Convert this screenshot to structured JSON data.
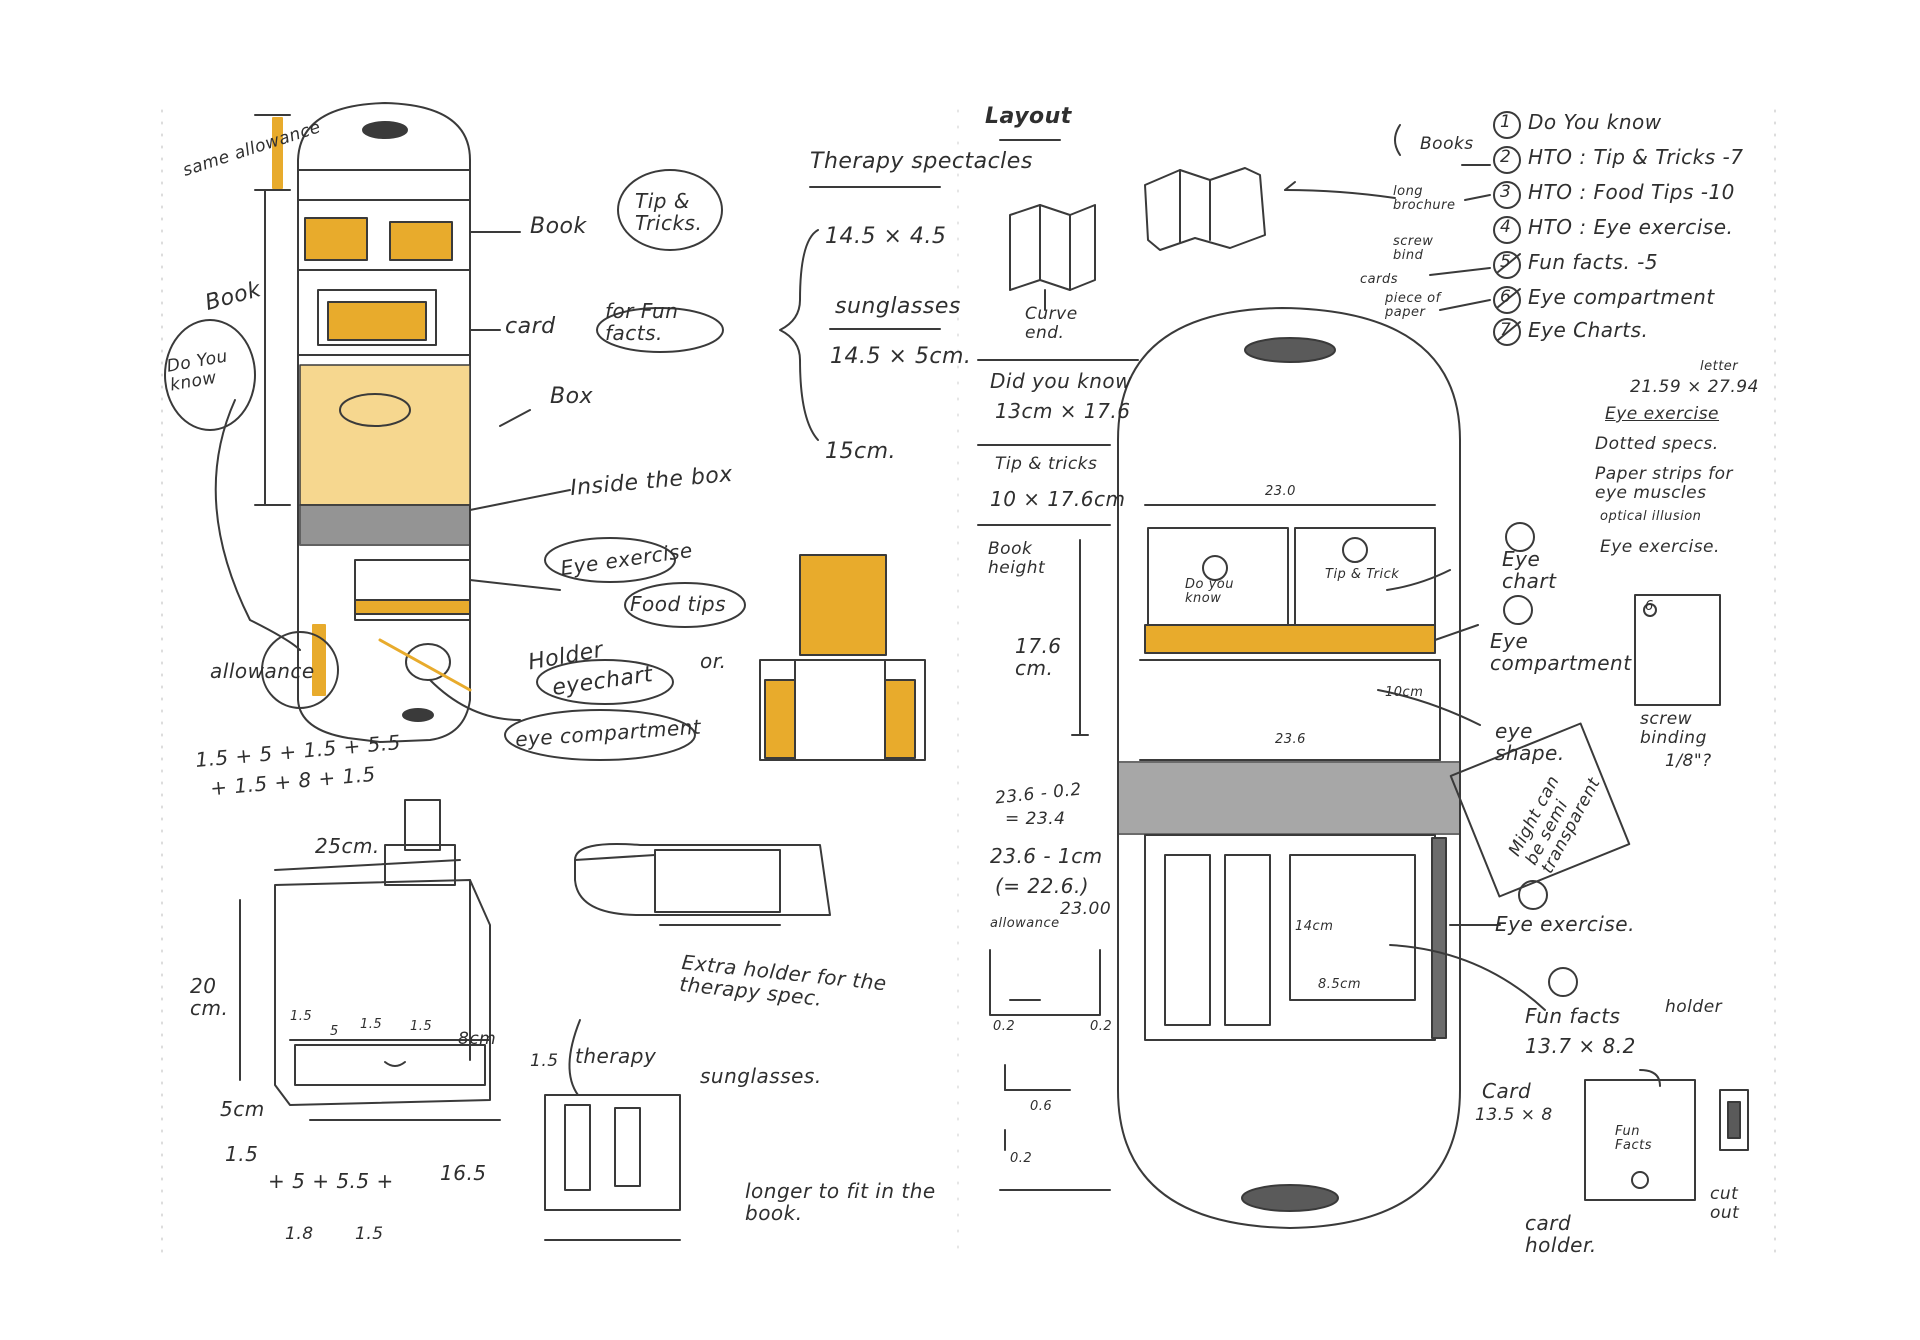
{
  "colors": {
    "ink": "#2f2f2f",
    "highlight": "#e8ab2c",
    "paper": "#ffffff",
    "shade": "#6c6c6c"
  },
  "left_page": {
    "same_allowance": "same allowance",
    "book_side": "Book",
    "do_you_know_side": "Do You know",
    "book": "Book",
    "tips_tricks": "Tip & Tricks.",
    "card": "card",
    "for_fun_facts": "for Fun facts.",
    "box": "Box",
    "inside_the_box": "Inside the box",
    "eye_exercise": "Eye exercise",
    "food_tips": "Food tips",
    "holder": "Holder",
    "eyechart": "eyechart",
    "or": "or.",
    "eye_compartment": "eye compartment",
    "allowance": "allowance",
    "therapy_spectacles_title": "Therapy spectacles",
    "therapy_dim": "14.5 × 4.5",
    "sunglasses_title": "sunglasses",
    "sunglasses_dim": "14.5 × 5cm.",
    "length_15": "15cm.",
    "formula_line1": "1.5 + 5 + 1.5 + 5.5",
    "formula_line2": "+ 1.5 + 8 + 1.5",
    "dim_25": "25cm.",
    "dim_20": "20 cm.",
    "dim_5cm": "5cm",
    "dim_8cm": "8cm",
    "dim_1_5a": "1.5",
    "dim_5": "5",
    "dim_1_5b": "1.5",
    "dim_1_5c": "1.5",
    "dim_bot_1_5": "1.5",
    "bottom_formula": "+ 5 + 5.5 +",
    "dim_16_5": "16.5",
    "dim_bot_1_8": "1.8",
    "dim_bot_1_5b": "1.5",
    "extra_holder": "Extra holder for the therapy spec.",
    "therapy": "therapy",
    "dim_1_5d": "1.5",
    "sunglasses": "sunglasses.",
    "longer_fit": "longer to fit in the book."
  },
  "right_page": {
    "layout_title": "Layout",
    "books_label": "Books",
    "list": [
      {
        "num": "1",
        "text": "Do You know"
      },
      {
        "num": "2",
        "text": "HTO : Tip & Tricks -7"
      },
      {
        "num": "3",
        "text": "HTO : Food Tips -10"
      },
      {
        "num": "4",
        "text": "HTO : Eye exercise."
      },
      {
        "num": "5",
        "text": "Fun facts. -5"
      },
      {
        "num": "6",
        "text": "Eye compartment"
      },
      {
        "num": "7",
        "text": "Eye Charts."
      }
    ],
    "long_brochure": "long brochure",
    "screw_bind": "screw bind",
    "cards": "cards",
    "piece_of_paper": "piece of paper",
    "curve_end": "Curve end.",
    "did_you_know": "Did you know",
    "did_you_know_dim": "13cm × 17.6",
    "tips_tricks": "Tip & tricks",
    "tips_tricks_dim": "10 × 17.6cm",
    "book_height": "Book height",
    "dim_17_6": "17.6 cm.",
    "formula_a1": "23.6 - 0.2",
    "formula_a2": "= 23.4",
    "formula_b1": "23.6 - 1cm",
    "formula_b2": "(= 22.6.)",
    "formula_b3": "23.00",
    "allowance": "allowance",
    "dim_0_2a": "0.2",
    "dim_0_2b": "0.2",
    "dim_0_6": "0.6",
    "dim_0_2c": "0.2",
    "dim_23": "23.0",
    "dim_23_6": "23.6",
    "dim_10cm": "10cm",
    "dim_14cm": "14cm",
    "dim_8_5": "8.5cm",
    "inner_1": "Do you know",
    "inner_2": "Tip & Trick",
    "eye_chart": "Eye chart",
    "eye_compartment": "Eye compartment",
    "eye_shape": "eye shape.",
    "maybe_note": "Might can be semi transparent",
    "eye_exercise": "Eye exercise.",
    "fun_facts": "Fun facts",
    "fun_facts_dim": "13.7 × 8.2",
    "holder": "holder",
    "card": "Card",
    "card_dim": "13.5 × 8",
    "card_holder": "card holder.",
    "cut_out": "cut out",
    "fun_facts_card": "Fun Facts",
    "letter": "letter",
    "letter_dim": "21.59 × 27.94",
    "eye_exercise_title": "Eye exercise",
    "bullets": [
      "Dotted specs.",
      "Paper strips for eye muscles",
      "optical illusion",
      "Eye exercise."
    ],
    "screw_binding_num": "6",
    "screw_binding": "screw binding",
    "screw_size": "1/8\"?"
  }
}
